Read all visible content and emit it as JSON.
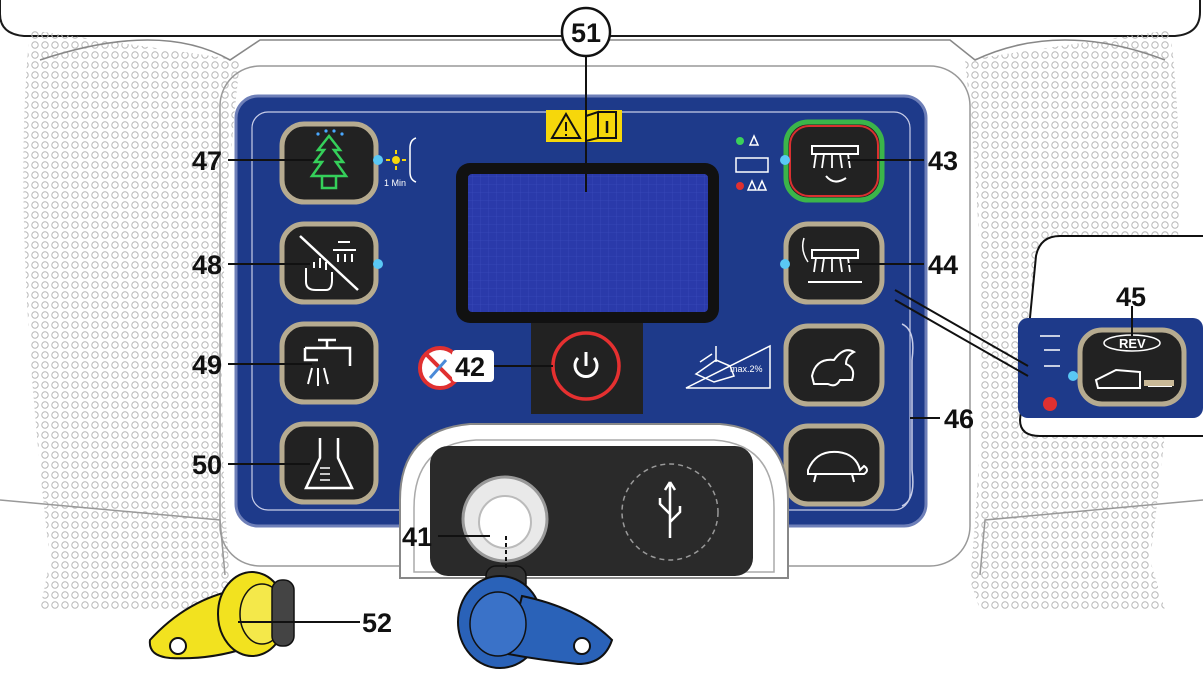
{
  "callouts": {
    "c41": "41",
    "c42": "42",
    "c43": "43",
    "c44": "44",
    "c45": "45",
    "c46": "46",
    "c47": "47",
    "c48": "48",
    "c49": "49",
    "c50": "50",
    "c51": "51",
    "c52": "52"
  },
  "icons": {
    "n47": "tree-eco-icon",
    "n48": "no-touch-dust-icon",
    "n49": "water-tap-icon",
    "n50": "detergent-beaker-icon",
    "n43": "brush-rotate-icon",
    "n44": "brush-lift-icon",
    "n45": "reverse-icon",
    "n46a": "rabbit-fast-icon",
    "n46b": "turtle-slow-icon",
    "n42": "power-icon",
    "n41": "key-reader-icon",
    "usb": "usb-icon",
    "warn": "warning-manual-icon",
    "nospray": "no-water-spray-icon",
    "slope": "slope-max-icon"
  },
  "labels": {
    "min_label": "1 Min",
    "rev_label": "REV",
    "slope_label": "max.2%"
  },
  "colors": {
    "panel": "#1e3a8a",
    "key_yellow": "#f2e21f",
    "key_blue": "#2a62b8",
    "power_ring": "#e53030",
    "led": "#5ac8f5",
    "warning": "#f6d70b"
  }
}
